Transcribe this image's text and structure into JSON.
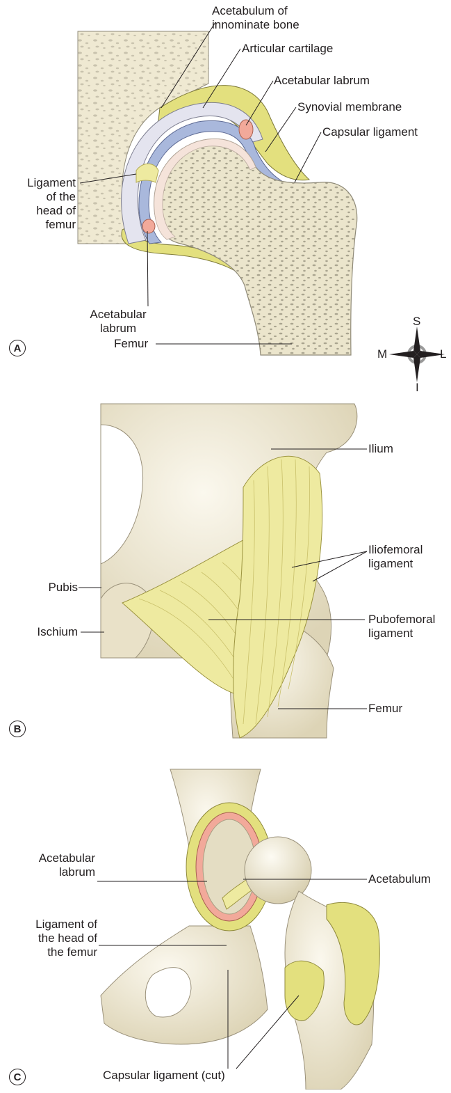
{
  "panels": [
    {
      "badge": "A",
      "labels": {
        "acetabulum_innominate": "Acetabulum of\ninnominate bone",
        "articular_cartilage": "Articular cartilage",
        "acetabular_labrum_top": "Acetabular labrum",
        "synovial_membrane": "Synovial membrane",
        "capsular_ligament": "Capsular ligament",
        "ligament_head_femur": "Ligament\nof the\nhead of\nfemur",
        "acetabular_labrum_bottom": "Acetabular\nlabrum",
        "femur": "Femur"
      },
      "compass": {
        "superior": "S",
        "inferior": "I",
        "medial": "M",
        "lateral": "L"
      }
    },
    {
      "badge": "B",
      "labels": {
        "ilium": "Ilium",
        "iliofemoral_ligament": "Iliofemoral\nligament",
        "pubis": "Pubis",
        "pubofemoral_ligament": "Pubofemoral\nligament",
        "ischium": "Ischium",
        "femur": "Femur"
      }
    },
    {
      "badge": "C",
      "labels": {
        "acetabular_labrum": "Acetabular\nlabrum",
        "acetabulum": "Acetabulum",
        "ligament_head_femur": "Ligament of\nthe head of\nthe femur",
        "capsular_ligament_cut": "Capsular ligament (cut)"
      }
    }
  ],
  "colors": {
    "bone": "#efe9d2",
    "bone_shade": "#ddd5b8",
    "cancellous": "#b9b4a2",
    "cartilage": "#e4e4ef",
    "synovial": "#a9b8dc",
    "capsule": "#e3e07e",
    "labrum": "#f2a99a",
    "ligament": "#eeeaa0",
    "ligament_line": "#c9c06a",
    "line": "#231f20"
  }
}
